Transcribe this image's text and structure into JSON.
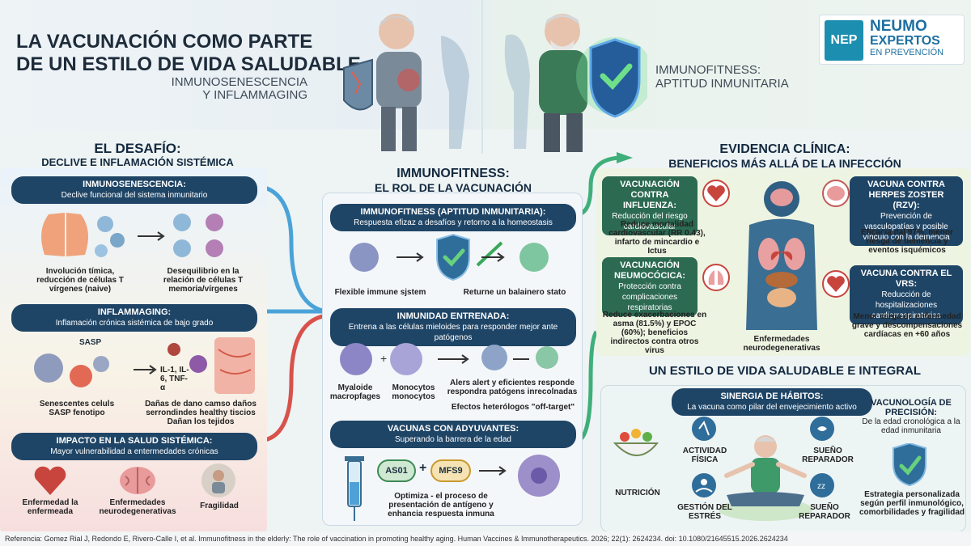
{
  "header": {
    "title_line1": "LA VACUNACIÓN COMO PARTE",
    "title_line2": "DE UN ESTILO DE VIDA SALUDABLE",
    "subtitle_line1": "INMUNOSENESCENCIA",
    "subtitle_line2": "Y INFLAMMAGING",
    "right_line1": "IMMUNOFITNESS:",
    "right_line2": "APTITUD INMUNITARIA",
    "logo_line1": "NEUMO",
    "logo_line2": "EXPERTOS",
    "logo_line3": "EN PREVENCIÓN",
    "logo_mark": "NEP"
  },
  "left": {
    "heading1": "EL DESAFÍO:",
    "heading2": "DECLIVE E INFLAMACIÓN SISTÉMICA",
    "sec1_title": "INMUNOSENESCENCIA:",
    "sec1_sub": "Declive funcional del sistema inmunitario",
    "sec1_cap1": "Involución tímica, reducción de células T vírgenes (naive)",
    "sec1_cap2": "Desequilibrio en la relación de células T memoria/vírgenes",
    "sec2_title": "INFLAMMAGING:",
    "sec2_sub": "Inflamación crónica sistémica de bajo grado",
    "sasp": "SASP",
    "cytokines": "IL-1, IL-6, TNF-α",
    "sec2_cap1": "Senescentes celuls SASP fenotipo",
    "sec2_cap2": "Dañas de dano camso daños serrondindes healthy tiscios Dañan los tejidos",
    "sec3_title": "IMPACTO EN LA SALUD SISTÉMICA:",
    "sec3_sub": "Mayor vulnerabilidad a entermedades crónicas",
    "impact1": "Enfermedad la enfermeada",
    "impact2": "Enfermedades neurodegenerativas",
    "impact3": "Fragilidad"
  },
  "middle": {
    "heading1": "IMMUNOFITNESS:",
    "heading2": "EL ROL DE LA VACUNACIÓN",
    "sec1_title": "IMMUNOFITNESS (APTITUD INMUNITARIA):",
    "sec1_sub": "Respuesta efizaz a desafíos y retorno a la homeostasis",
    "sec1_cap1": "Flexible immune sjstem",
    "sec1_cap2": "Returne un balainero stato",
    "sec2_title": "INMUNIDAD ENTRENADA:",
    "sec2_sub": "Entrena a las células mieloides para responder mejor ante patógenos",
    "sec2_cap1": "Myaloide macropfages",
    "sec2_cap2": "Monocytos monocytos",
    "sec2_cap3": "Alers alert y eficientes responde respondra patógens inrecolnadas",
    "sec2_cap4": "Efectos heterólogos \"off-target\"",
    "sec3_title": "VACUNAS CON ADYUVANTES:",
    "sec3_sub": "Superando la barrera de la edad",
    "adj1": "AS01",
    "adj2": "MFS9",
    "sec3_cap": "Optimiza - el proceso de presentación de antígeno y enhancia respuesta inmuna"
  },
  "right": {
    "heading1": "EVIDENCIA CLÍNICA:",
    "heading2": "BENEFICIOS MÁS ALLÁ DE LA INFECCIÓN",
    "b1_title": "VACUNACIÓN CONTRA INFLUENZA:",
    "b1_sub": "Reducción del riesgo cardiovascular",
    "b1_cap": "Reduce mortalidad cardiovascular (RR 0.43), infarto de mincardio e Ictus",
    "b2_title": "VACUNA CONTRA HERPES ZOSTER (RZV):",
    "b2_sub": "Prevención de vasculopatías y posible vínculo con la demencia",
    "b2_cap": "Eficacia dal 97%, menor riesga de demencia y eventos isquémicos",
    "b3_title": "VACUNACIÓN NEUMOCÓCICA:",
    "b3_sub": "Protección contra complicaciones respiratorias",
    "b3_cap": "Reduce exacerbaciones en asma (81.5%) y EPOC (60%); beneficios indirectos contra otros virus",
    "b4_title": "VACUNA CONTRA EL VRS:",
    "b4_sub": "Reducción de hospitalizaciones cardiorrespiratorias",
    "b4_cap": "Menor carga de enfermedad grave y descompensaciones cardíacas en +60 años",
    "center_cap": "Enfermedades neurodegenerativas"
  },
  "lifestyle": {
    "heading": "UN ESTILO DE VIDA SALUDABLE E INTEGRAL",
    "box_title": "SINERGIA DE HÁBITOS:",
    "box_sub": "La vacuna como pilar del envejecimiento activo",
    "h1": "ACTIVIDAD FÍSICA",
    "h2": "SUEÑO REPARADOR",
    "h3": "NUTRICIÓN",
    "h4": "GESTIÓN DEL ESTRÉS",
    "h5": "SUEÑO REPARADOR",
    "prec_title": "VACUNOLOGÍA DE PRECISIÓN:",
    "prec_sub": "De la edad cronológica a la edad inmunitaria",
    "prec_cap": "Estrategia personalizada según perfil inmunológico, comorbilidades y fragilidad"
  },
  "footer": {
    "text": "Referencia: Gomez Rial J, Redondo E, Rivero-Calle I, et al. Immunofitness in the elderly: The role of vaccination in promoting healthy aging. Human Vaccines & Immunotherapeutics. 2026; 22(1): 2624234. doi: 10.1080/21645515.2026.2624234"
  },
  "colors": {
    "navy": "#1f4566",
    "green": "#3d8a55",
    "red": "#c9423c",
    "accent_blue": "#2f6d9b"
  }
}
